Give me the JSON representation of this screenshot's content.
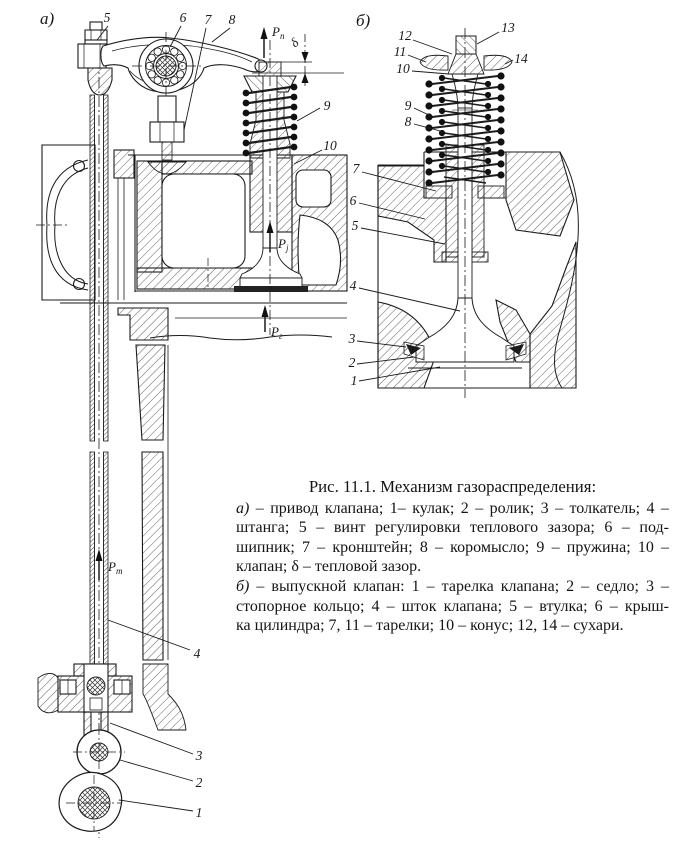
{
  "figure_a": {
    "tag": "а)",
    "delta": "δ",
    "labels": {
      "n1": "1",
      "n2": "2",
      "n3": "3",
      "n4": "4",
      "n5": "5",
      "n6": "6",
      "n7": "7",
      "n8": "8",
      "n9": "9",
      "n10": "10"
    },
    "forces": {
      "pp": {
        "p": "P",
        "s": "п"
      },
      "pj": {
        "p": "P",
        "s": "j"
      },
      "pg": {
        "p": "P",
        "s": "г"
      },
      "pt": {
        "p": "P",
        "s": "т"
      }
    }
  },
  "figure_b": {
    "tag": "б)",
    "labels": {
      "n1": "1",
      "n2": "2",
      "n3": "3",
      "n4": "4",
      "n5": "5",
      "n6": "6",
      "n7": "7",
      "n8": "8",
      "n9": "9",
      "n10": "10",
      "n11": "11",
      "n12": "12",
      "n13": "13",
      "n14": "14"
    }
  },
  "caption": {
    "title": "Рис. 11.1. Механизм газораспределения:",
    "part_a": {
      "lead": "а)",
      "line1_rest": " – привод клапана; 1– кулак; 2 – ролик; 3 – толкатель; 4 –",
      "line2": "штанга; 5 – винт регулировки теплового зазора; 6 – под-",
      "line3": "шипник; 7 – кронштейн; 8 – коромысло; 9 – пружина; 10 –",
      "line4": "клапан; δ – тепловой зазор."
    },
    "part_b": {
      "lead": "б)",
      "line1_rest": " – выпускной клапан: 1 – тарелка клапана; 2 – седло; 3 –",
      "line2": "стопорное кольцо; 4 – шток клапана; 5 – втулка; 6 – крыш-",
      "line3": "ка цилиндра; 7, 11 – тарелки; 10 – конус; 12, 14 – сухари."
    }
  }
}
